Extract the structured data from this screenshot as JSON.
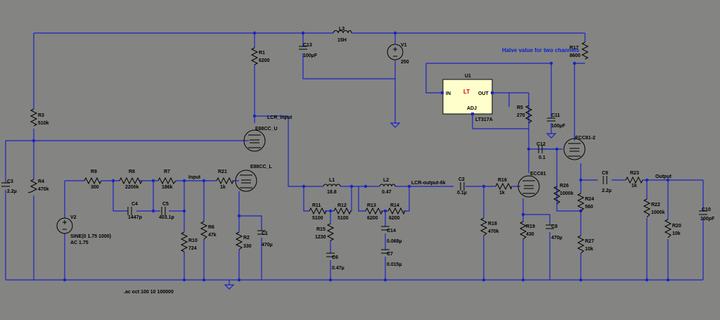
{
  "components": {
    "L3": {
      "name": "L3",
      "value": "15H"
    },
    "R1": {
      "name": "R1",
      "value": "6200"
    },
    "C13": {
      "name": "C13",
      "value": "100µF"
    },
    "V1": {
      "name": "V1",
      "value": "250"
    },
    "R17": {
      "name": "R17",
      "value": "8600"
    },
    "R3": {
      "name": "R3",
      "value": "510k"
    },
    "R4": {
      "name": "R4",
      "value": "470k"
    },
    "C3": {
      "name": "C3",
      "value": "2.2µ"
    },
    "R9": {
      "name": "R9",
      "value": "300"
    },
    "R8": {
      "name": "R8",
      "value": "2200k"
    },
    "R7": {
      "name": "R7",
      "value": "186k"
    },
    "C4": {
      "name": "C4",
      "value": "1447p"
    },
    "C5": {
      "name": "C5",
      "value": "403.1p"
    },
    "R21": {
      "name": "R21",
      "value": "1k"
    },
    "R10": {
      "name": "R10",
      "value": "724"
    },
    "R6": {
      "name": "R6",
      "value": "47k"
    },
    "R2": {
      "name": "R2",
      "value": "330"
    },
    "C1": {
      "name": "C1",
      "value": "470µ"
    },
    "V2": {
      "name": "V2",
      "value": "SINE(0 1.75 1000)",
      "value2": "AC 1.75"
    },
    "L1": {
      "name": "L1",
      "value": "18.8"
    },
    "L2": {
      "name": "L2",
      "value": "0.47"
    },
    "R11": {
      "name": "R11",
      "value": "5100"
    },
    "R12": {
      "name": "R12",
      "value": "5100"
    },
    "R13": {
      "name": "R13",
      "value": "6200"
    },
    "R14": {
      "name": "R14",
      "value": "6200"
    },
    "R15": {
      "name": "R15",
      "value": "1230"
    },
    "C6": {
      "name": "C6",
      "value": "0.47µ"
    },
    "C14": {
      "name": "C14",
      "value": "0.068µ"
    },
    "C7": {
      "name": "C7",
      "value": "0.015µ"
    },
    "C2": {
      "name": "C2",
      "value": "0.1µ"
    },
    "R16": {
      "name": "R16",
      "value": "1k"
    },
    "R18": {
      "name": "R18",
      "value": "470k"
    },
    "R5": {
      "name": "R5",
      "value": "270"
    },
    "C11": {
      "name": "C11",
      "value": "100µF"
    },
    "C12": {
      "name": "C12",
      "value": "0.1"
    },
    "R19": {
      "name": "R19",
      "value": "430"
    },
    "C8": {
      "name": "C8",
      "value": "470µ"
    },
    "R26": {
      "name": "R26",
      "value": "1000k"
    },
    "R24": {
      "name": "R24",
      "value": "560"
    },
    "R27": {
      "name": "R27",
      "value": "10k"
    },
    "C9": {
      "name": "C9",
      "value": "2.2µ"
    },
    "R23": {
      "name": "R23",
      "value": "1k"
    },
    "R22": {
      "name": "R22",
      "value": "1000k"
    },
    "R20": {
      "name": "R20",
      "value": "10k"
    },
    "C10": {
      "name": "C10",
      "value": "100pF"
    },
    "U1": {
      "name": "U1",
      "part": "LT317A",
      "pin_in": "IN",
      "pin_out": "OUT",
      "pin_adj": "ADJ",
      "logo": "LT"
    }
  },
  "tubes": {
    "E88CC_U": "E88CC_U",
    "E88CC_L": "E88CC_L",
    "ECC81": "ECC81",
    "ECC81_2": "ECC81-2"
  },
  "net_labels": {
    "lcr_input": "LCR_input",
    "input": "Input",
    "lcr_output": "LCR-output-6k",
    "output": "Output"
  },
  "annotations": {
    "note": "Halve value for two channels",
    "directive": ".ac oct 100 10 100000"
  },
  "colors": {
    "background": "#848482",
    "wire": "#1a23c6",
    "component": "#000000",
    "note_text": "#0b25c9",
    "ic_body": "#ffffcc"
  }
}
